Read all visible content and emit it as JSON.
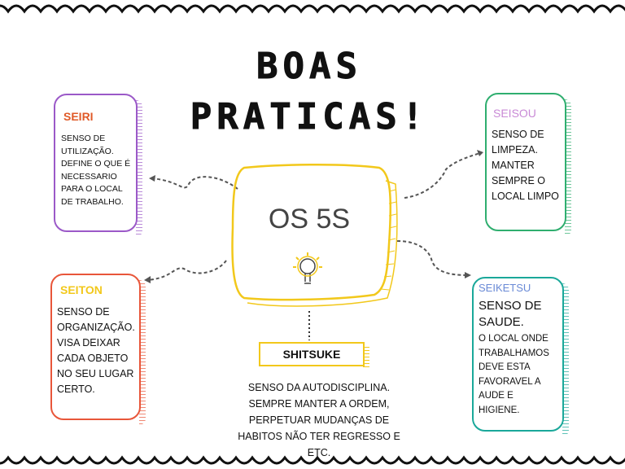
{
  "title": {
    "line1": "BOAS",
    "line2": "PRATICAS!"
  },
  "center": {
    "label": "OS 5S",
    "icon": "lightbulb-icon"
  },
  "colors": {
    "seiri": "#9b59c8",
    "seiri_title": "#e05a28",
    "seisou": "#2fae6f",
    "seisou_title": "#c98ad6",
    "seiton": "#e8563a",
    "seiton_title": "#f2c81b",
    "seiketsu": "#1aa89a",
    "seiketsu_title": "#6a8ad6",
    "center": "#f2c81b"
  },
  "seiri": {
    "title": "SEIRI",
    "text": "SENSO  DE\nUTILIZAÇÃO.\nDEFINE O QUE É\nNECESSARIO\nPARA O LOCAL\nDE TRABALHO."
  },
  "seisou": {
    "title": "SEISOU",
    "text": "SENSO DE\nLIMPEZA.\nMANTER\nSEMPRE O\nLOCAL LIMPO"
  },
  "seiton": {
    "title": "SEITON",
    "text": "SENSO DE\nORGANIZAÇÃO.\nVISA DEIXAR\nCADA OBJETO\nNO SEU LUGAR\nCERTO."
  },
  "seiketsu": {
    "title": "SEIKETSU",
    "text_lead": "SENSO DE\nSAUDE.",
    "text": "O LOCAL ONDE\nTRABALHAMOS\nDEVE ESTA\nFAVORAVEL A\nAUDE E\nHIGIENE."
  },
  "shitsuke": {
    "title": "SHITSUKE",
    "text": "SENSO DA AUTODISCIPLINA.\nSEMPRE MANTER A ORDEM,\nPERPETUAR MUDANÇAS DE\nHABITOS NÃO TER REGRESSO E\nETC."
  }
}
